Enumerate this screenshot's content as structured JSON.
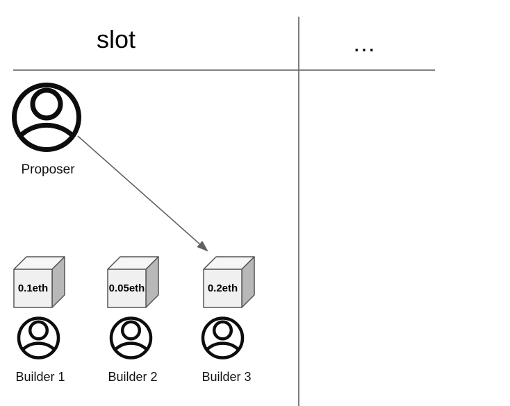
{
  "header": {
    "slot_label": "slot",
    "next_slot_label": "…"
  },
  "proposer": {
    "label": "Proposer"
  },
  "builders": [
    {
      "label": "Builder 1",
      "bid": "0.1eth"
    },
    {
      "label": "Builder 2",
      "bid": "0.05eth"
    },
    {
      "label": "Builder 3",
      "bid": "0.2eth"
    }
  ],
  "icons": {
    "proposer": "person-circle-icon",
    "builders": "person-circle-icon",
    "selection": "arrow-down-right-icon"
  },
  "colors": {
    "background": "#ffffff",
    "divider_line": "#707070",
    "arrow": "#616161",
    "icon": "#0d0d0d",
    "cube_front": "#f0f0f0",
    "cube_top": "#f6f6f6",
    "cube_side": "#b8b8b8",
    "cube_border": "#555555",
    "text": "#000000"
  }
}
